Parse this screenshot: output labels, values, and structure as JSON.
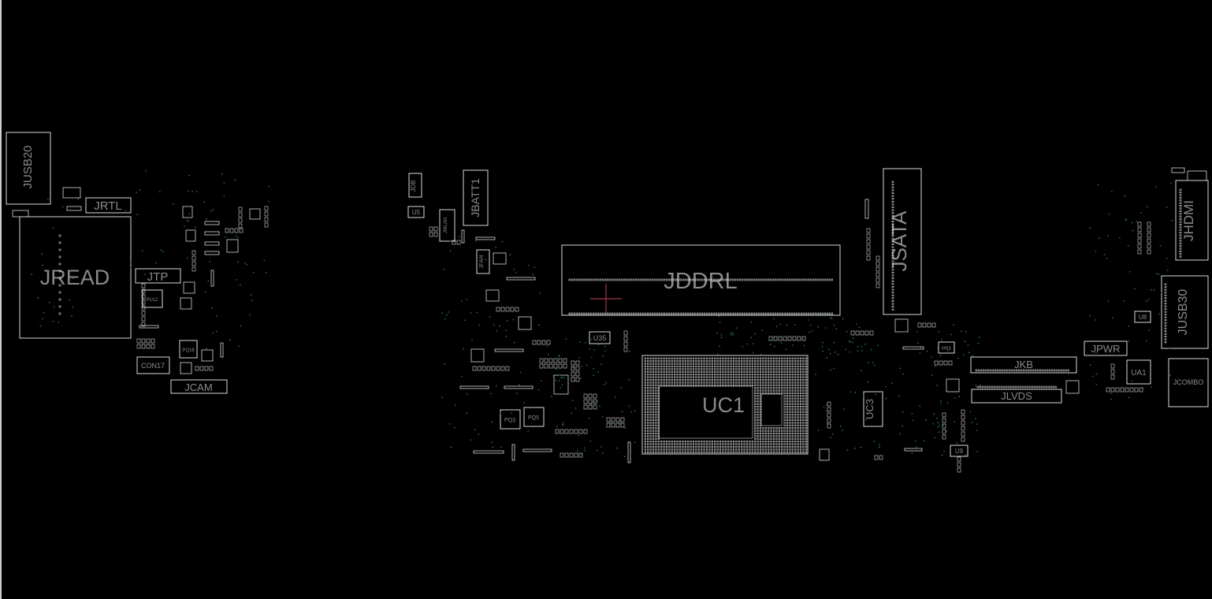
{
  "viewer": {
    "background": "#000000",
    "outline_color": "#d8d8d8",
    "label_color": "#8a8a8a",
    "via_color": "#1f6b5e",
    "cursor_color": "#9b3a44"
  },
  "components": {
    "jusb20": "JUSB20",
    "jrtl": "JRTL",
    "jread": "JREAD",
    "jtp": "JTP",
    "con17": "CON17",
    "jcam": "JCAM",
    "pq18": "PQ18",
    "pu12": "PU12",
    "jdb": "JDB",
    "u5": "U5",
    "jwlan": "JWLAN",
    "jbatt1": "JBATT1",
    "jfan": "JFAN",
    "jddrl": "JDDRL",
    "u35": "U35",
    "pq3": "PQ3",
    "pq5": "PQ5",
    "uc1": "UC1",
    "jsata": "JSATA",
    "uc3": "UC3",
    "u9": "U9",
    "jkb": "JKB",
    "jlvds": "JLVDS",
    "jpwr": "JPWR",
    "jhdmi": "JHDMI",
    "jusb30": "JUSB30",
    "u8": "U8",
    "ua1": "UA1",
    "jcombo": "JCOMBO",
    "pr3": "PR3"
  }
}
